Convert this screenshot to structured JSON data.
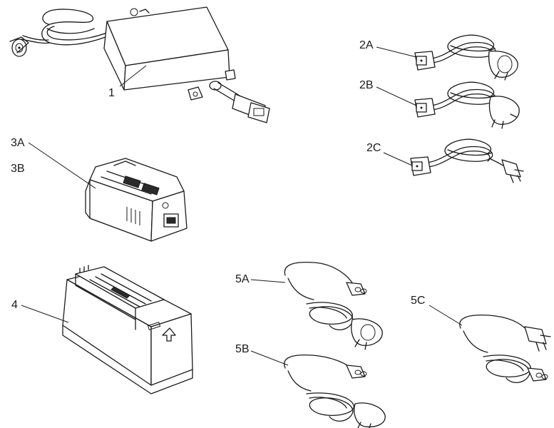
{
  "parts": [
    {
      "id": "1",
      "label": "1",
      "icon": "power-adapter-icon"
    },
    {
      "id": "2A",
      "label": "2A",
      "icon": "schuko-power-cord-icon"
    },
    {
      "id": "2B",
      "label": "2B",
      "icon": "uk-power-cord-icon"
    },
    {
      "id": "2C",
      "label": "2C",
      "icon": "swiss-power-cord-icon"
    },
    {
      "id": "3A",
      "label": "3A",
      "icon": "battery-pack-icon"
    },
    {
      "id": "3B",
      "label": "3B",
      "icon": "battery-pack-icon"
    },
    {
      "id": "4",
      "label": "4",
      "icon": "charger-icon"
    },
    {
      "id": "5A",
      "label": "5A",
      "icon": "schuko-figure8-cord-icon"
    },
    {
      "id": "5B",
      "label": "5B",
      "icon": "uk-figure8-cord-icon"
    },
    {
      "id": "5C",
      "label": "5C",
      "icon": "swiss-figure8-cord-icon"
    }
  ]
}
